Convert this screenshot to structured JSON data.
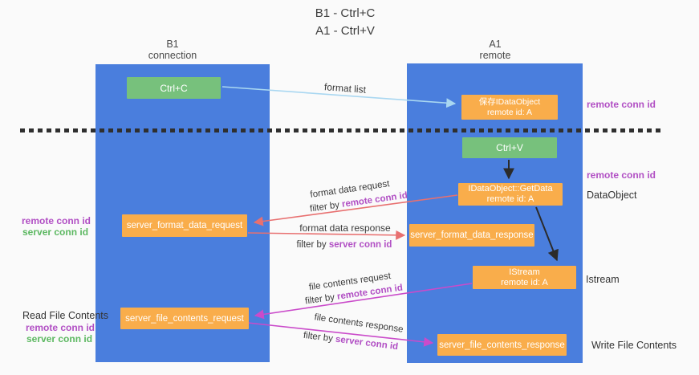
{
  "title": {
    "line1": "B1 - Ctrl+C",
    "line2": "A1 - Ctrl+V"
  },
  "lanes": {
    "left": {
      "name": "B1",
      "role": "connection"
    },
    "right": {
      "name": "A1",
      "role": "remote"
    }
  },
  "nodes": {
    "ctrl_c": {
      "label": "Ctrl+C"
    },
    "save_idataobject": {
      "line1": "保存IDataObject",
      "line2": "remote id: A"
    },
    "ctrl_v": {
      "label": "Ctrl+V"
    },
    "idataobject_getdata": {
      "line1": "IDataObject::GetData",
      "line2": "remote id: A"
    },
    "server_format_data_request": {
      "label": "server_format_data_request"
    },
    "server_format_data_response": {
      "label": "server_format_data_response"
    },
    "istream": {
      "line1": "IStream",
      "line2": "remote id: A"
    },
    "server_file_contents_request": {
      "label": "server_file_contents_request"
    },
    "server_file_contents_response": {
      "label": "server_file_contents_response"
    }
  },
  "edges": {
    "format_list": {
      "label": "format list"
    },
    "format_data_request": {
      "label": "format data request",
      "filter_prefix": "filter by ",
      "filter_key": "remote conn id"
    },
    "format_data_response": {
      "label": "format data response",
      "filter_prefix": "filter by ",
      "filter_key": "server conn id"
    },
    "file_contents_request": {
      "label": "file contents request",
      "filter_prefix": "filter by ",
      "filter_key": "remote conn id"
    },
    "file_contents_response": {
      "label": "file contents response",
      "filter_prefix": "filter by ",
      "filter_key": "server conn id"
    }
  },
  "annotations": {
    "right": {
      "remote_conn_id_top": "remote conn id",
      "remote_conn_id_mid": "remote conn id",
      "dataobject": "DataObject",
      "istream": "Istream",
      "write_file_contents": "Write File Contents"
    },
    "left": {
      "remote_conn_id_top": "remote conn id",
      "server_conn_id_top": "server conn id",
      "read_file_contents": "Read File Contents",
      "remote_conn_id_bottom": "remote conn id",
      "server_conn_id_bottom": "server conn id"
    }
  },
  "colors": {
    "lane_blue": "#4a7edd",
    "node_orange": "#f9ad4b",
    "node_green": "#77c17c",
    "accent_purple": "#b14fc4",
    "accent_green": "#5cb861",
    "arrow_red": "#e87070",
    "arrow_magenta": "#ca4bca",
    "arrow_light_blue": "#a9d7f1",
    "arrow_black": "#2b2b2b",
    "background": "#fafafa"
  }
}
